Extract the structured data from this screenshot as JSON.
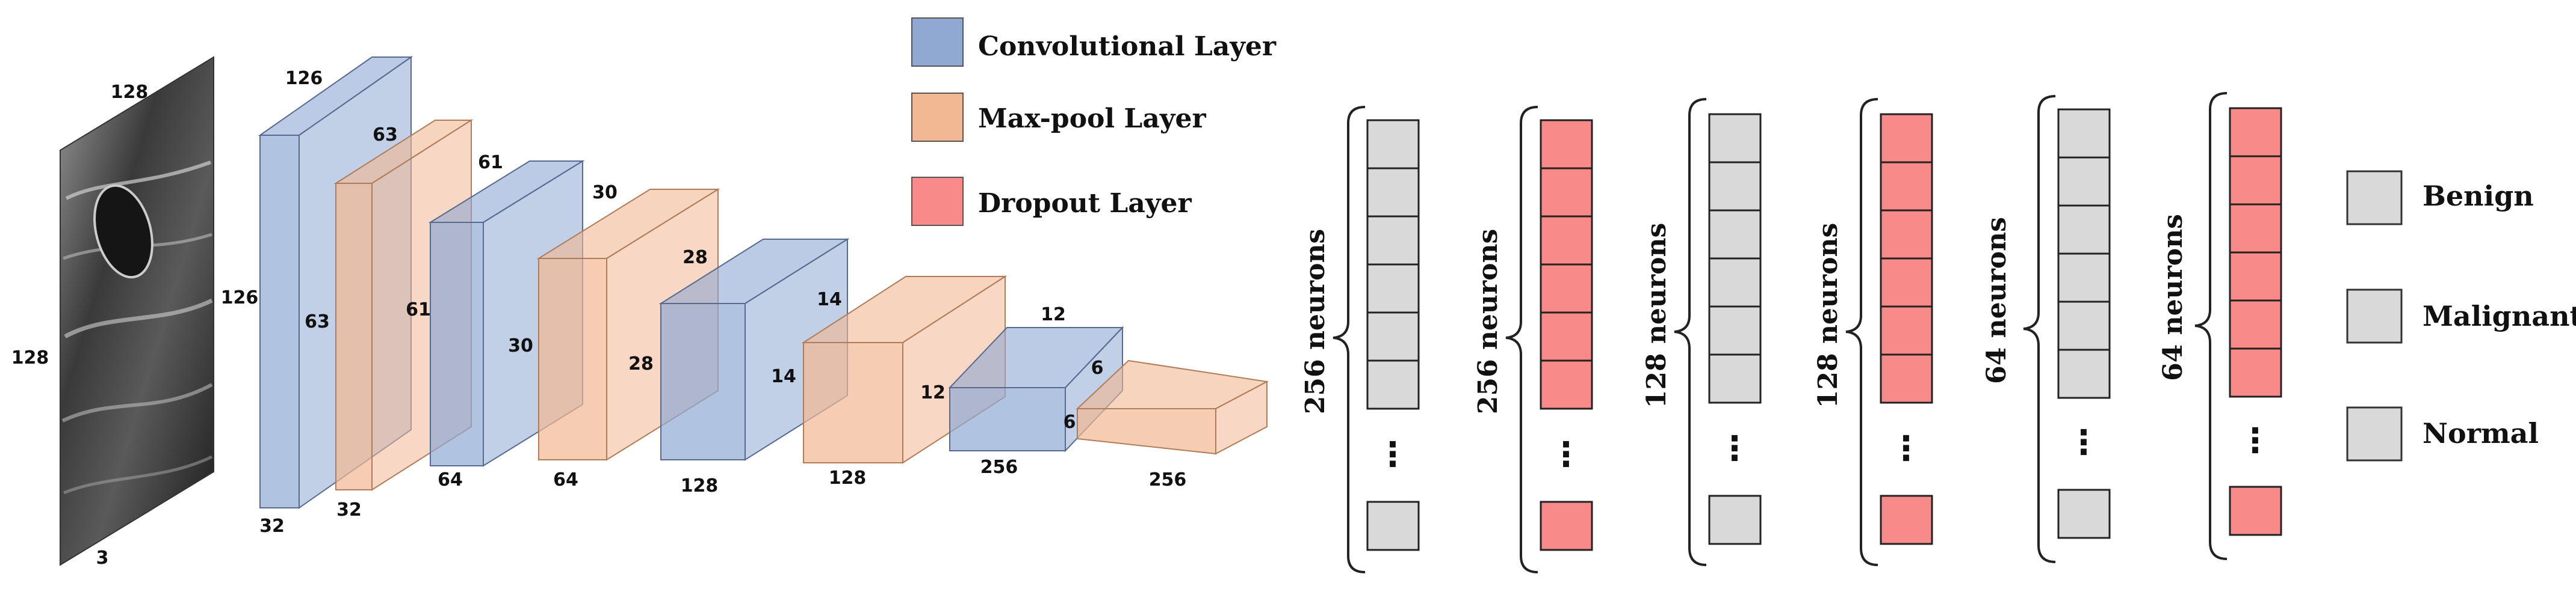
{
  "colors": {
    "conv_face": "#8fa9d3",
    "conv_edge": "#56698f",
    "pool_face": "#f2b893",
    "pool_edge": "#b07c58",
    "dropout": "#f88a8a",
    "neuron_gray": "#d9d9d9",
    "text": "#111111"
  },
  "legend": {
    "conv": "Convolutional Layer",
    "pool": "Max-pool Layer",
    "dropout": "Dropout Layer"
  },
  "input": {
    "width_label": "128",
    "height_label": "128",
    "depth_label": "3"
  },
  "layers": [
    {
      "type": "conv",
      "top": "126",
      "side": "126",
      "depth": "32"
    },
    {
      "type": "pool",
      "top": "63",
      "side": "63",
      "depth": "32"
    },
    {
      "type": "conv",
      "top": "61",
      "side": "61",
      "depth": "64"
    },
    {
      "type": "pool",
      "top": "30",
      "side": "30",
      "depth": "64"
    },
    {
      "type": "conv",
      "top": "28",
      "side": "28",
      "depth": "128"
    },
    {
      "type": "pool",
      "top": "14",
      "side": "14",
      "depth": "128"
    },
    {
      "type": "conv",
      "top": "12",
      "side": "12",
      "depth": "256"
    },
    {
      "type": "pool",
      "top": "6",
      "side": "6",
      "depth": "256"
    }
  ],
  "dense_columns": [
    {
      "label": "256 neurons",
      "kind": "dense"
    },
    {
      "label": "256 neurons",
      "kind": "dropout"
    },
    {
      "label": "128 neurons",
      "kind": "dense"
    },
    {
      "label": "128 neurons",
      "kind": "dropout"
    },
    {
      "label": "64 neurons",
      "kind": "dense"
    },
    {
      "label": "64 neurons",
      "kind": "dropout"
    }
  ],
  "ellipsis": "⋮",
  "outputs": [
    "Benign",
    "Malignant",
    "Normal"
  ]
}
